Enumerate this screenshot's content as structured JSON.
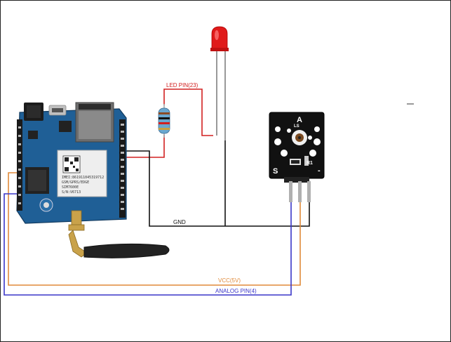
{
  "labels": {
    "led_pin": "LED PIN(23)",
    "gnd": "GND",
    "vcc": "VCC(5V)",
    "analog_pin": "ANALOG PIN(4)"
  },
  "module_labels": {
    "a": "A",
    "ls": "LS",
    "r1": "R1",
    "s": "S",
    "minus": "-"
  },
  "chip_text": {
    "line1": "SIM7600E",
    "line2": "IMEI:861911045319712",
    "line3": "GSM/GPRS/EDGE",
    "line4": "S/N:V6713"
  },
  "colors": {
    "led_wire": "#d22020",
    "gnd_wire": "#111111",
    "vcc_wire": "#e08a3a",
    "analog_wire": "#3a36c8",
    "board": "#1f5f96",
    "module": "#111111"
  }
}
